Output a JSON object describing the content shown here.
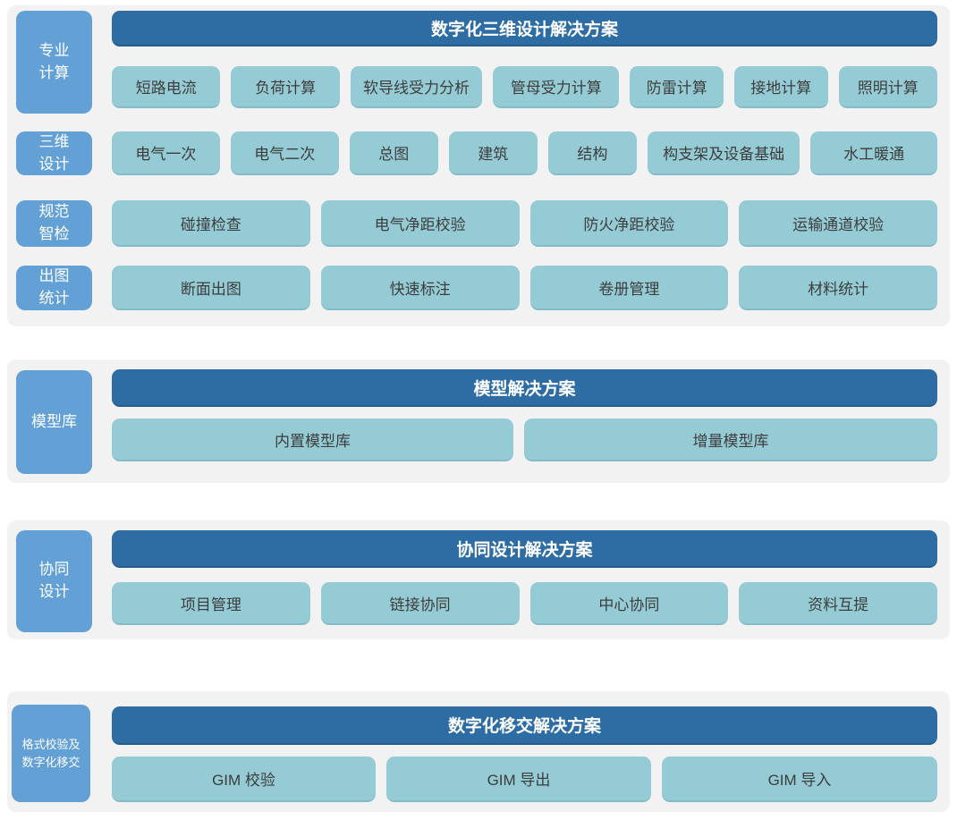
{
  "colors": {
    "page_background": "#ffffff",
    "panel_background": "#f2f2f3",
    "header_blue": "#2e6da4",
    "header_edge_blue": "#255d8f",
    "sidebar_blue": "#63a0d6",
    "chip_teal": "#95cbd5",
    "chip_edge_teal": "#83bcc8",
    "chip_text": "#3d3d3d",
    "header_text": "#ffffff",
    "sidebar_text": "#ffffff"
  },
  "panels": [
    {
      "id": "digital-3d-design",
      "header": "数字化三维设计解决方案",
      "groups": [
        {
          "label": "专业\n计算",
          "items": [
            "短路电流",
            "负荷计算",
            "软导线受力分析",
            "管母受力计算",
            "防雷计算",
            "接地计算",
            "照明计算"
          ]
        },
        {
          "label": "三维\n设计",
          "items": [
            "电气一次",
            "电气二次",
            "总图",
            "建筑",
            "结构",
            "构支架及设备基础",
            "水工暖通"
          ]
        },
        {
          "label": "规范\n智检",
          "items": [
            "碰撞检查",
            "电气净距校验",
            "防火净距校验",
            "运输通道校验"
          ]
        },
        {
          "label": "出图\n统计",
          "items": [
            "断面出图",
            "快速标注",
            "卷册管理",
            "材料统计"
          ]
        }
      ]
    },
    {
      "id": "model-library",
      "header": "模型解决方案",
      "groups": [
        {
          "label": "模型库",
          "items": [
            "内置模型库",
            "增量模型库"
          ]
        }
      ]
    },
    {
      "id": "collaborative-design",
      "header": "协同设计解决方案",
      "groups": [
        {
          "label": "协同\n设计",
          "items": [
            "项目管理",
            "链接协同",
            "中心协同",
            "资料互提"
          ]
        }
      ]
    },
    {
      "id": "digital-handover",
      "header": "数字化移交解决方案",
      "groups": [
        {
          "label": "格式校验及\n数字化移交",
          "items": [
            "GIM 校验",
            "GIM 导出",
            "GIM 导入"
          ]
        }
      ]
    }
  ]
}
